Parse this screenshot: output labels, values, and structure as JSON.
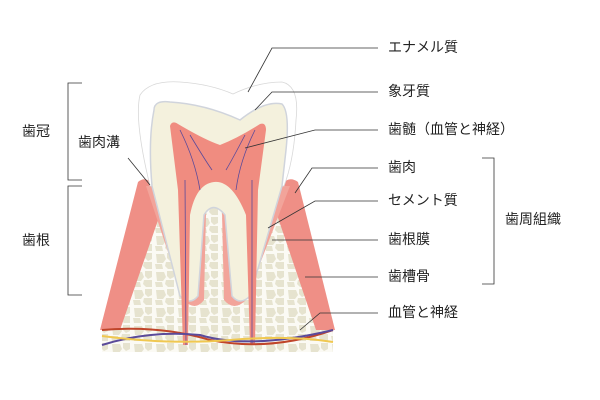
{
  "labels": {
    "enamel": "エナメル質",
    "dentin": "象牙質",
    "pulp": "歯髄（血管と神経）",
    "gingiva": "歯肉",
    "cementum": "セメント質",
    "pdl": "歯根膜",
    "alveolar_bone": "歯槽骨",
    "vessels_nerves": "血管と神経",
    "periodontium": "歯周組織",
    "crown": "歯冠",
    "root": "歯根",
    "sulcus": "歯肉溝"
  },
  "colors": {
    "gum": "#ef8f86",
    "pulp": "#f08c80",
    "dentin": "#f3f0dc",
    "bone": "#e3e0cc",
    "artery": "#c0452a",
    "vein": "#5a4a9a",
    "nerve": "#f0c850"
  }
}
